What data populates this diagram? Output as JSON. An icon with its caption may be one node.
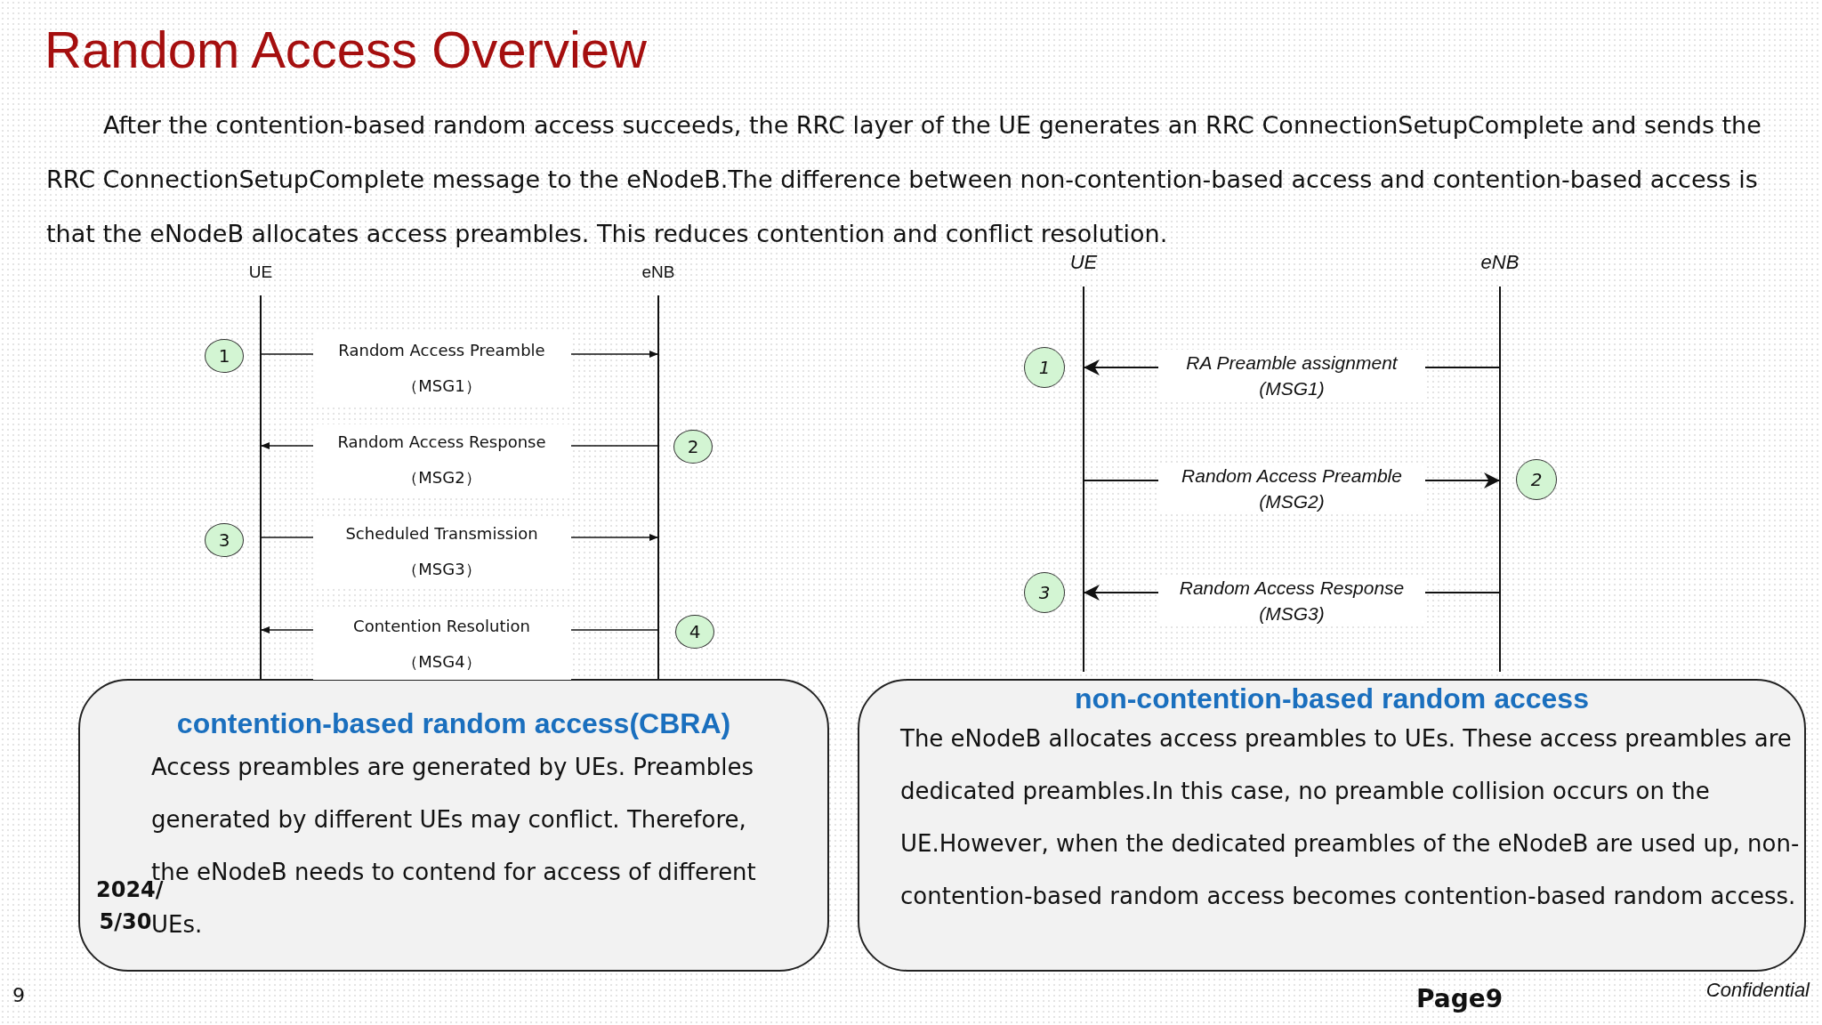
{
  "diagram": {
    "title": "Random Access Overview",
    "nodes": [
      {
        "text": [
          "UE"
        ]
      },
      {
        "text": [
          "eNB"
        ]
      },
      {
        "text": [
          "1"
        ]
      },
      {
        "text": [
          "2"
        ]
      },
      {
        "text": [
          "3"
        ]
      },
      {
        "text": [
          "4"
        ]
      },
      {
        "text": [
          "UE"
        ]
      },
      {
        "text": [
          "eNB"
        ]
      },
      {
        "text": [
          "1"
        ]
      },
      {
        "text": [
          "2"
        ]
      },
      {
        "text": [
          "3"
        ]
      },
      {
        "text": [
          "contention-based random access(CBRA)",
          "Access preambles are generated by UEs. Preambles generated by different UEs may conflict. Therefore, the eNodeB needs to contend for access of different UEs."
        ]
      },
      {
        "text": [
          "non-contention-based random access",
          "The eNodeB allocates access preambles to UEs. These access preambles are dedicated preambles.In this case, no preamble collision occurs on the UE.However, when the dedicated preambles of the eNodeB are used up, non-contention-based random access becomes contention-based random access."
        ]
      }
    ],
    "edges": [
      {
        "from": 0,
        "to": 1,
        "arrow": "to",
        "label": "Random Access Preamble （MSG1）"
      },
      {
        "from": 1,
        "to": 0,
        "arrow": "to",
        "label": "Random Access Response （MSG2）"
      },
      {
        "from": 0,
        "to": 1,
        "arrow": "to",
        "label": "Scheduled Transmission （MSG3）"
      },
      {
        "from": 1,
        "to": 0,
        "arrow": "to",
        "label": "Contention Resolution （MSG4）"
      },
      {
        "from": 7,
        "to": 6,
        "arrow": "to",
        "label": "RA Preamble assignment (MSG1)"
      },
      {
        "from": 6,
        "to": 7,
        "arrow": "to",
        "label": "Random Access Preamble (MSG2)"
      },
      {
        "from": 7,
        "to": 6,
        "arrow": "to",
        "label": "Random Access Response (MSG3)"
      }
    ],
    "labels": [
      "After the contention-based random access succeeds, the RRC layer of the UE generates an RRC ConnectionSetupComplete and sends the RRC ConnectionSetupComplete message to the eNodeB.The difference between non-contention-based access and contention-based access is that the eNodeB allocates access preambles. This reduces contention and conflict resolution.",
      "2024/ 5/30",
      "9",
      "Page9",
      "Confidential"
    ]
  }
}
